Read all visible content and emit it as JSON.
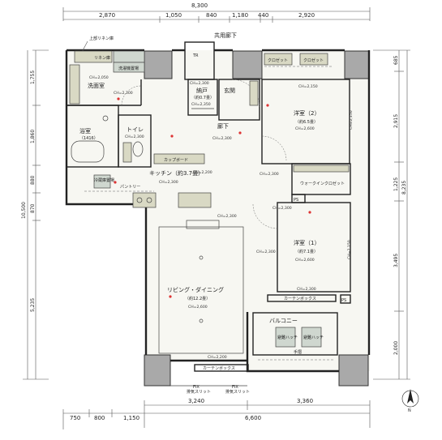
{
  "dimensions": {
    "top_total": "8,300",
    "top_segments": [
      "2,870",
      "1,050",
      "840",
      "1,180",
      "440",
      "2,920"
    ],
    "bottom_segments": [
      "750",
      "800",
      "1,150",
      "3,240",
      "3,360"
    ],
    "bottom_total": "6,600",
    "left_total": "10,500",
    "left_segments": [
      "1,755",
      "1,860",
      "880",
      "870",
      "5,235"
    ],
    "right_segments": [
      "685",
      "2,915",
      "1,225",
      "3,495",
      "2,000"
    ],
    "right_total": "8,235"
  },
  "labels": {
    "corridor": "共用廊下",
    "rooftop_linen": "上部リネン庫",
    "linen": "リネン庫",
    "washer_pan": "洗濯機置場",
    "washroom": "洗面室",
    "ch_washroom": "CH=2,050",
    "ch_a": "CH=2,300",
    "bath": "浴室",
    "bath_size": "（1416）",
    "toilet": "トイレ",
    "ch_toilet": "CH=2,300",
    "tr": "TR",
    "storage": "納戸",
    "storage_size": "（約0.7畳）",
    "ch_storage": "CH=2,350",
    "entrance": "玄関",
    "hallway": "廊下",
    "ch_hall": "CH=2,300",
    "cupboard": "カップボード",
    "kitchen": "キッチン（約3.7畳）",
    "ch_kitchen": "CH=2,200",
    "ch_kitchen2": "CH=2,300",
    "fridge": "冷蔵庫置場",
    "pantry": "パントリー",
    "ch_living_top": "CH=2,300",
    "living": "リビング・ダイニング",
    "living_size": "（約12.2畳）",
    "ch_living": "CH=2,600",
    "ch_living_bottom": "CH=2,200",
    "curtain_box_left": "カーテンボックス",
    "fix": "FIX",
    "exhaust_slit": "排気スリット",
    "closet": "クロゼット",
    "room2": "洋室（2）",
    "room2_size": "（約6.5畳）",
    "ch_room2": "CH=2,600",
    "ch_room2_top": "CH=2,150",
    "ch_room2_side": "CH=2,150",
    "walkin": "ウォークインクロゼット",
    "ps": "PS",
    "room1": "洋室（1）",
    "room1_size": "（約7.1畳）",
    "ch_room1": "CH=2,600",
    "ch_room1_top": "CH=2,300",
    "ch_room1_left": "CH=2,300",
    "ch_room1_right": "CH=2,150",
    "ch_room1_bottom": "CH=2,300",
    "curtain_box_right": "カーテンボックス",
    "balcony": "バルコニー",
    "evac_hatch": "避難ハッチ",
    "handrail": "手摺",
    "north": "N"
  }
}
